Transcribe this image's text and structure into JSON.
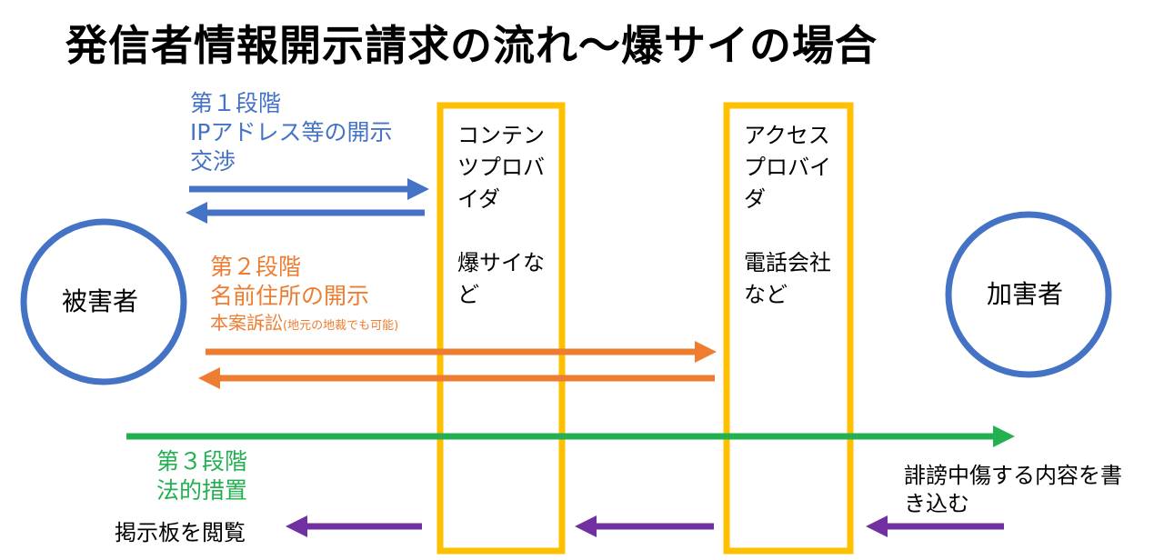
{
  "title": "発信者情報開示請求の流れ〜爆サイの場合",
  "nodes": {
    "victim": "被害者",
    "offender": "加害者"
  },
  "content_provider": {
    "name_line1": "コンテン",
    "name_line2": "ツプロバ",
    "name_line3": "イダ",
    "example_line1": "爆サイな",
    "example_line2": "ど"
  },
  "access_provider": {
    "name_line1": "アクセス",
    "name_line2": "プロバイ",
    "name_line3": "ダ",
    "example_line1": "電話会社",
    "example_line2": "など"
  },
  "stage1": {
    "label": "第１段階",
    "line2": "IPアドレス等の開示",
    "line3": "交渉"
  },
  "stage2": {
    "label": "第２段階",
    "line2": "名前住所の開示",
    "line3_main": "本案訴訟",
    "line3_note": "(地元の地裁でも可能)"
  },
  "stage3": {
    "label": "第３段階",
    "line2": "法的措置"
  },
  "bottom": {
    "view_board": "掲示板を閲覧",
    "post_line1": "誹謗中傷する内容を書",
    "post_line2": "き込む"
  },
  "colors": {
    "blue": "#4472c4",
    "orange": "#ed7d31",
    "green": "#22b050",
    "purple": "#7030a0",
    "yellow": "#ffc000"
  }
}
